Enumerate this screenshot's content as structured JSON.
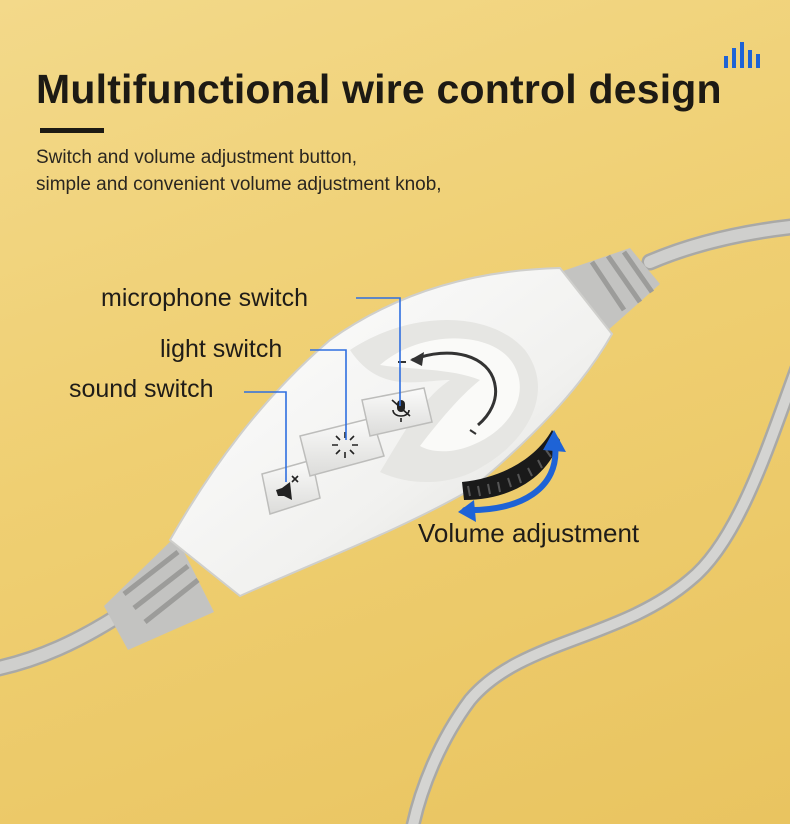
{
  "heading": {
    "title": "Multifunctional wire control design",
    "subtitle_line1": "Switch and volume adjustment button,",
    "subtitle_line2": "simple and convenient volume adjustment knob,"
  },
  "callouts": {
    "microphone": "microphone switch",
    "light": "light switch",
    "sound": "sound switch",
    "volume": "Volume adjustment"
  },
  "icons": {
    "corner": "sound-bars-icon",
    "mic_button": "microphone-mute-icon",
    "light_button": "light-burst-icon",
    "sound_button": "speaker-mute-icon"
  },
  "colors": {
    "background": "#efcf72",
    "accent": "#1e63d6",
    "text": "#1d1a14",
    "device": "#f4f4f2",
    "cable": "#c9c9c7"
  }
}
